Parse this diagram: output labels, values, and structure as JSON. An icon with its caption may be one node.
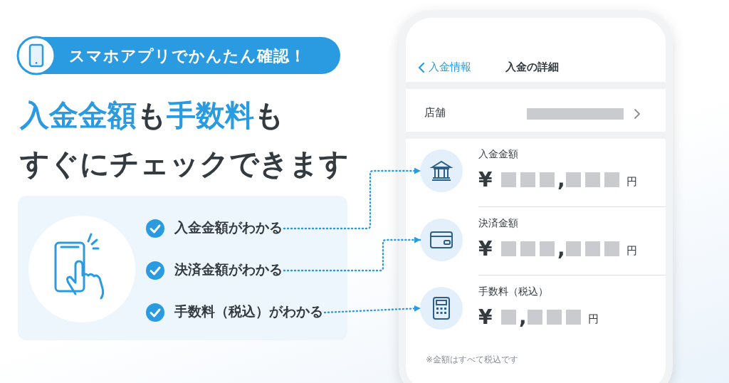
{
  "diagram": {
    "title": "**入金金額**も**手数料**もすぐにチェックできます",
    "nodes": [
      {
        "text": [
          "スマホアプリでかんたん確認！"
        ]
      },
      {
        "text": [],
        "shape": "box"
      },
      {
        "text": [
          "入金金額がわかる"
        ],
        "in": 1
      },
      {
        "text": [
          "決済金額がわかる"
        ],
        "in": 1
      },
      {
        "text": [
          "手数料（税込）がわかる"
        ],
        "in": 1
      },
      {
        "text": [],
        "shape": "box"
      },
      {
        "text": [
          "入金情報",
          "入金の詳細"
        ],
        "in": 5
      },
      {
        "text": [
          "店舗"
        ],
        "in": 5
      },
      {
        "text": [],
        "shape": "bar",
        "in": 7
      },
      {
        "text": [],
        "shape": "circle",
        "in": 5
      },
      {
        "text": [
          "入金金額",
          "¥",
          ",",
          "円"
        ],
        "in": 5
      },
      {
        "text": [],
        "shape": "circle",
        "in": 5
      },
      {
        "text": [
          "決済金額",
          "¥",
          ",",
          "円"
        ],
        "in": 5
      },
      {
        "text": [],
        "shape": "circle",
        "in": 5
      },
      {
        "text": [
          "手数料（税込）",
          "¥",
          ",",
          "円"
        ],
        "in": 5
      }
    ],
    "edges": [
      {
        "from": 2,
        "to": 9,
        "arrow": "to",
        "style": "dashed"
      },
      {
        "from": 3,
        "to": 11,
        "arrow": "to",
        "style": "dashed"
      },
      {
        "from": 4,
        "to": 13,
        "arrow": "to",
        "style": "dashed"
      }
    ],
    "labels": [
      "※金額はすべて税込です"
    ]
  }
}
